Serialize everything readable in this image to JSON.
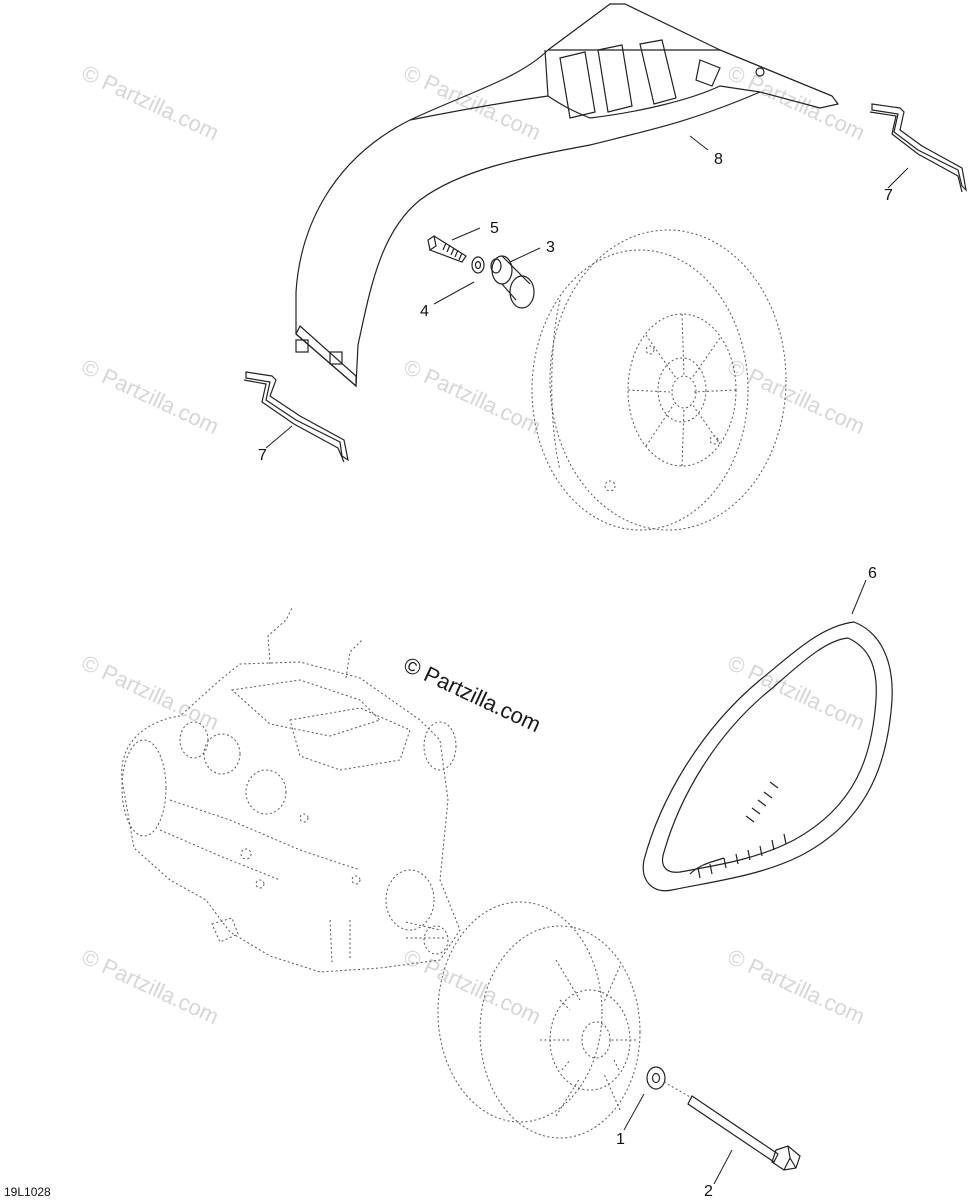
{
  "diagram": {
    "drawing_code": "19L1028",
    "watermark_text": "© Partzilla.com",
    "center_watermark_text": "© Partzilla.com",
    "callouts": {
      "c1": "1",
      "c2": "2",
      "c3": "3",
      "c4": "4",
      "c5": "5",
      "c6": "6",
      "c7a": "7",
      "c7b": "7",
      "c8": "8"
    },
    "colors": {
      "line": "#222222",
      "watermark": "#d6d6d6"
    }
  }
}
